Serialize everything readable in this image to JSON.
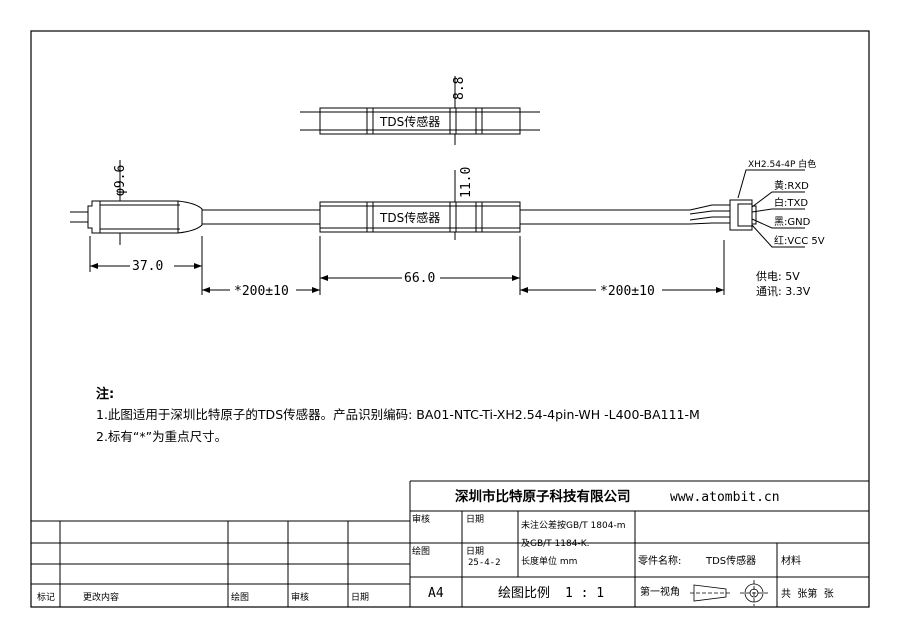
{
  "drawing": {
    "top_view_label": "TDS传感器",
    "top_view_dim": "8.8",
    "side_view_label": "TDS传感器",
    "side_view_dim": "11.0",
    "probe_dia": "φ9.6",
    "dim_probe": "37.0",
    "dim_cable_left": "*200±10",
    "dim_module": "66.0",
    "dim_cable_right": "*200±10",
    "connector_model": "XH2.54-4P 白色",
    "pins": [
      "黄:RXD",
      "白:TXD",
      "黑:GND",
      "红:VCC 5V"
    ],
    "power_supply": "供电: 5V",
    "comm": "通讯: 3.3V"
  },
  "notes": {
    "title": "注:",
    "line1": "1.此图适用于深圳比特原子的TDS传感器。产品识别编码: BA01-NTC-Ti-XH2.54-4pin-WH -L400-BA111-M",
    "line2": "2.标有“*”为重点尺寸。"
  },
  "title_block": {
    "company": "深圳市比特原子科技有限公司",
    "website": "www.atombit.cn",
    "review": "审核",
    "date": "日期",
    "drawn": "绘图",
    "drawn_date_label": "日期",
    "drawn_date": "25-4-2",
    "tolerance1": "未注公差按GB/T 1804-m",
    "tolerance2": "及GB/T 1184-K.",
    "units": "长度单位 mm",
    "part_name_label": "零件名称:",
    "part_name": "TDS传感器",
    "material": "材料",
    "size": "A4",
    "scale_label": "绘图比例",
    "scale": "1 : 1",
    "projection": "第一视角",
    "sheets": "共  张第  张"
  },
  "revision_table": {
    "headers": [
      "标记",
      "更改内容",
      "绘图",
      "审核",
      "日期"
    ]
  }
}
